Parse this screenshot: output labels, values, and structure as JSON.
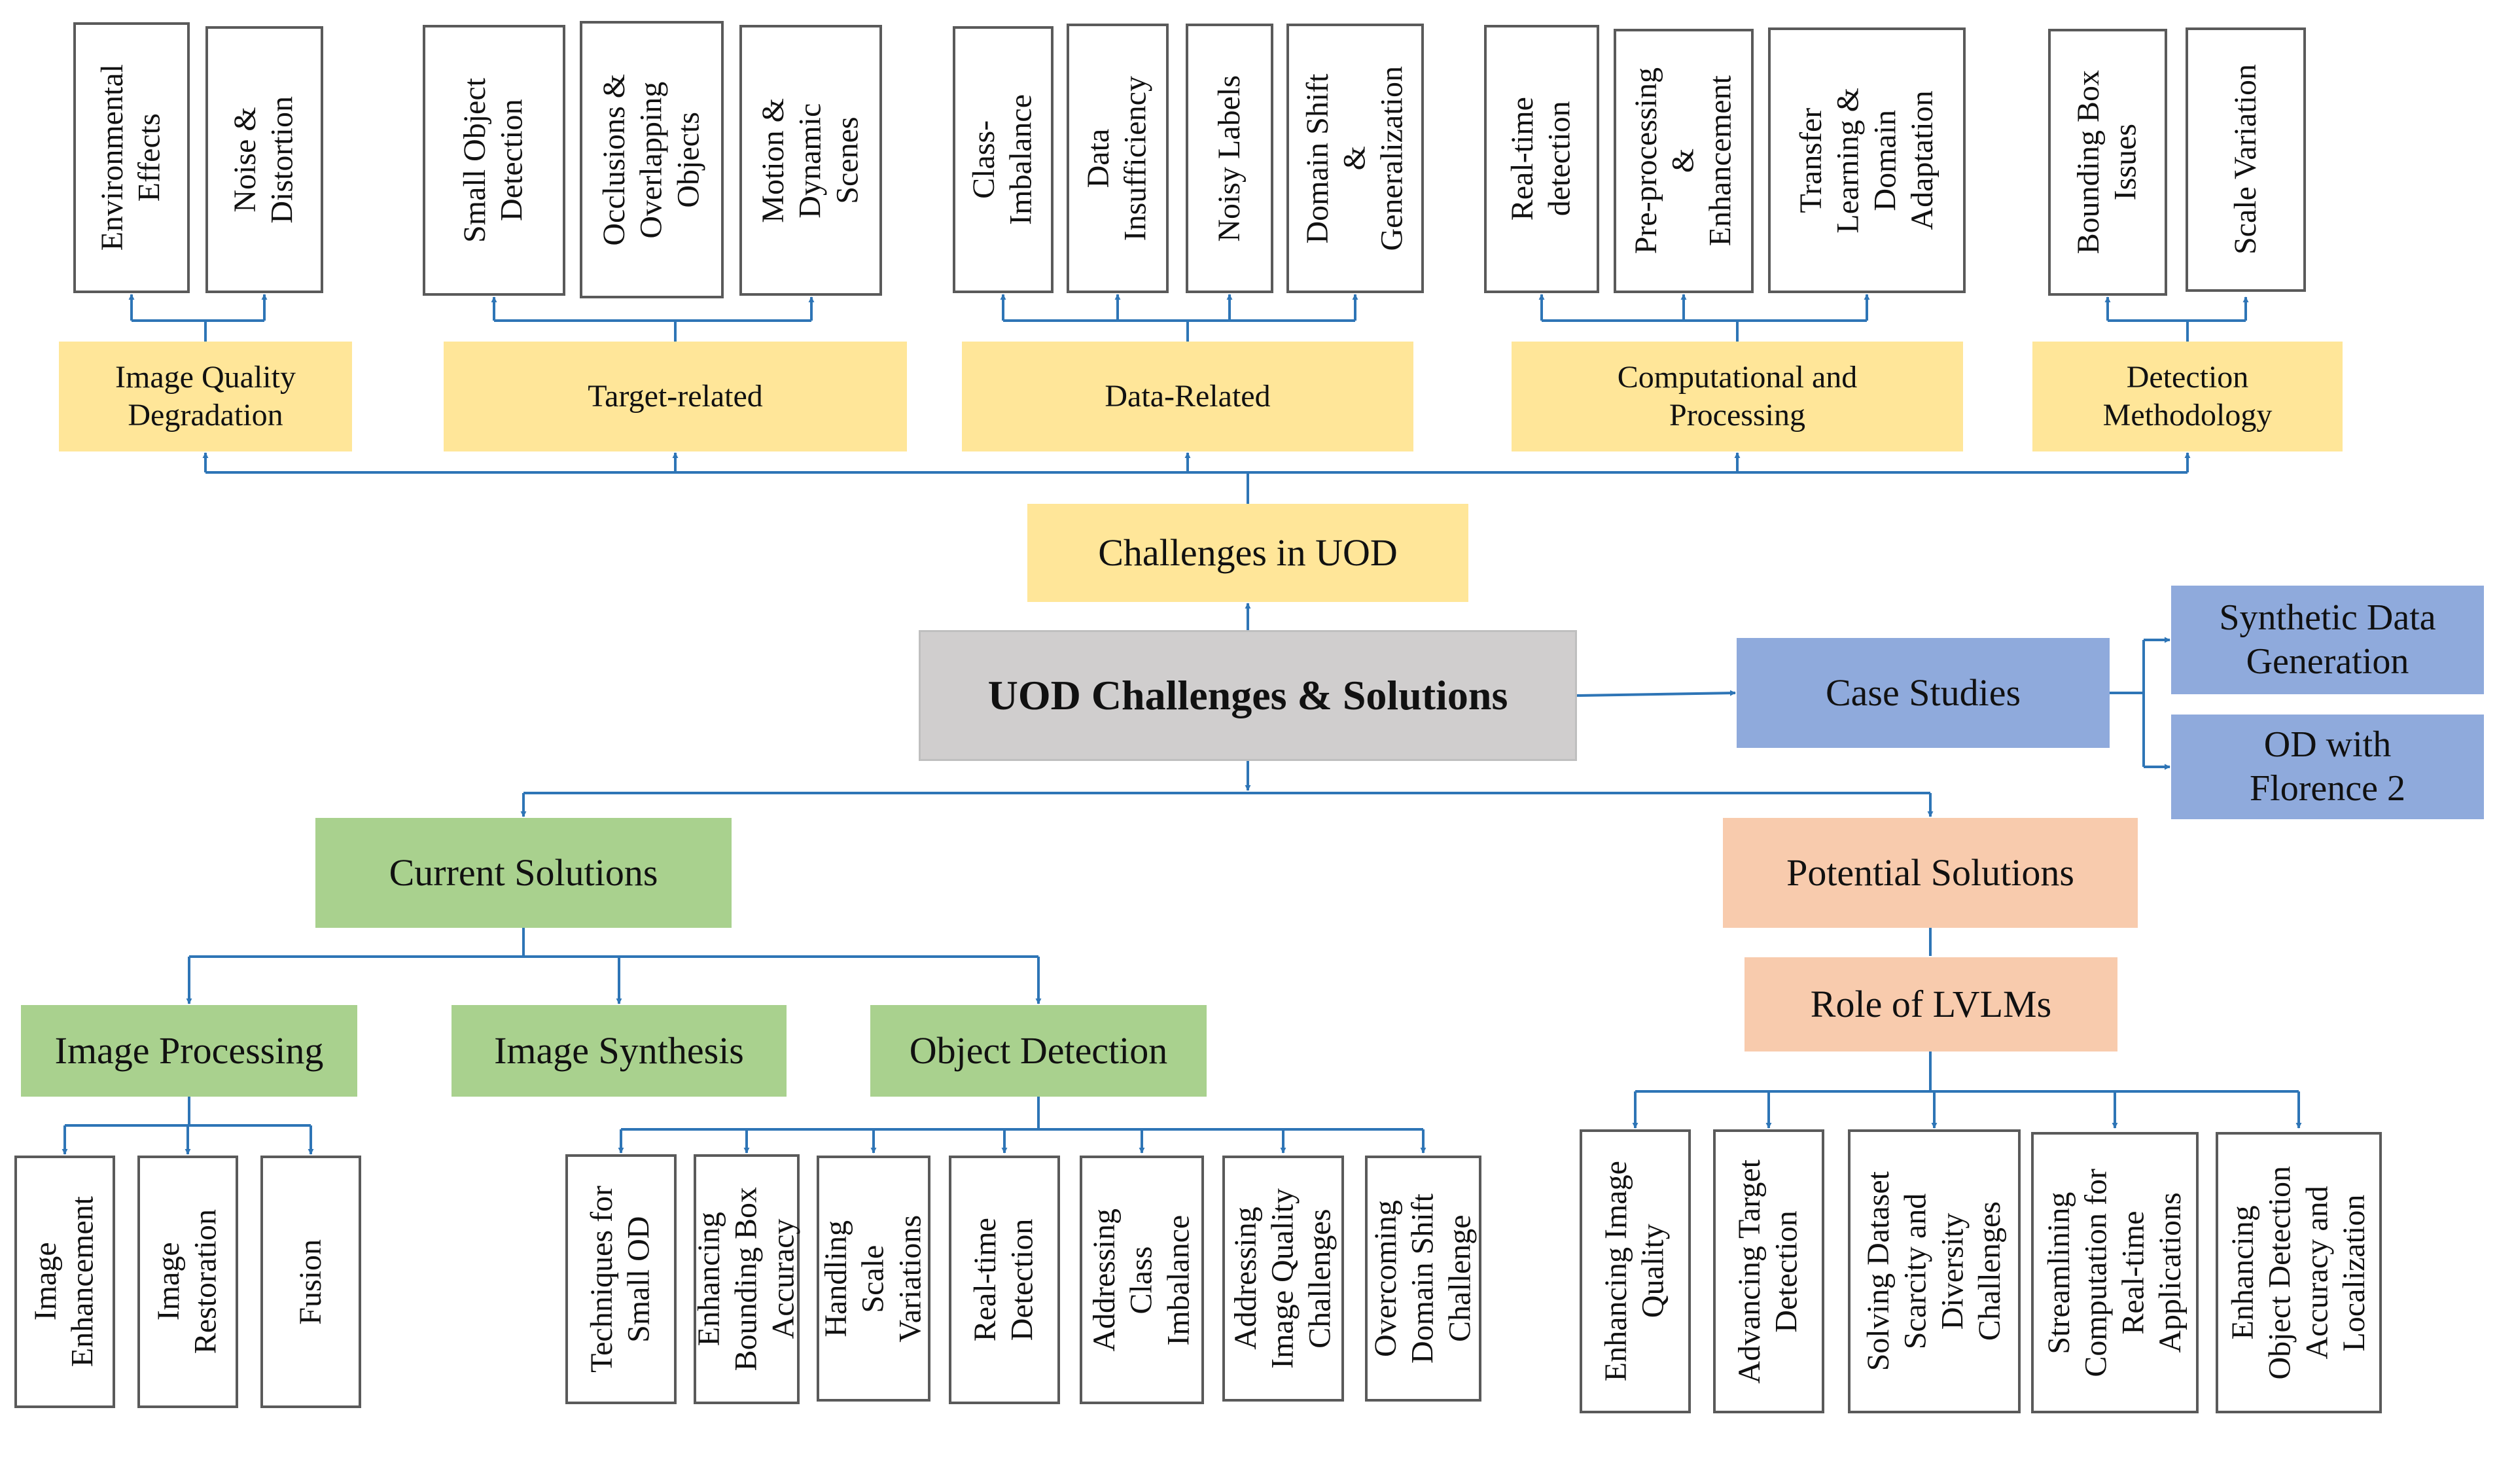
{
  "center": "UOD Challenges & Solutions",
  "challenges": {
    "title": "Challenges in UOD",
    "categories": [
      {
        "label": "Image Quality\nDegradation",
        "items": [
          "Environmental\nEffects",
          "Noise &\nDistortion"
        ]
      },
      {
        "label": "Target-related",
        "items": [
          "Small Object\nDetection",
          "Occlusions &\nOverlapping\nObjects",
          "Motion &\nDynamic\nScenes"
        ]
      },
      {
        "label": "Data-Related",
        "items": [
          "Class-\nImbalance",
          "Data\nInsufficiency",
          "Noisy Labels",
          "Domain Shift\n&\nGeneralization"
        ]
      },
      {
        "label": "Computational and\nProcessing",
        "items": [
          "Real-time\ndetection",
          "Pre-processing\n&\nEnhancement",
          "Transfer\nLearning &\nDomain\nAdaptation"
        ]
      },
      {
        "label": "Detection\nMethodology",
        "items": [
          "Bounding Box\nIssues",
          "Scale Variation"
        ]
      }
    ]
  },
  "case_studies": {
    "title": "Case Studies",
    "items": [
      "Synthetic Data\nGeneration",
      "OD with\nFlorence 2"
    ]
  },
  "current_solutions": {
    "title": "Current Solutions",
    "groups": [
      {
        "label": "Image Processing",
        "items": [
          "Image\nEnhancement",
          "Image\nRestoration",
          "Fusion"
        ]
      },
      {
        "label": "Image Synthesis",
        "items": []
      },
      {
        "label": "Object Detection",
        "items": [
          "Techniques for\nSmall OD",
          "Enhancing\nBounding Box\nAccuracy",
          "Handling\nScale\nVariations",
          "Real-time\nDetection",
          "Addressing\nClass\nImbalance",
          "Addressing\nImage Quality\nChallenges",
          "Overcoming\nDomain Shift\nChallenge"
        ]
      }
    ]
  },
  "potential_solutions": {
    "title": "Potential Solutions",
    "role": "Role of LVLMs",
    "items": [
      "Enhancing Image\nQuality",
      "Advancing Target\nDetection",
      "Solving Dataset\nScarcity and\nDiversity\nChallenges",
      "Streamlining\nComputation for\nReal-time\nApplications",
      "Enhancing\nObject Detection\nAccuracy and\nLocalization"
    ]
  },
  "colors": {
    "challenges": "#FFE699",
    "current": "#A9D18E",
    "potential": "#F8CBAD",
    "case": "#8FAADC",
    "center": "#D0CECE",
    "connector": "#2E75B6"
  }
}
